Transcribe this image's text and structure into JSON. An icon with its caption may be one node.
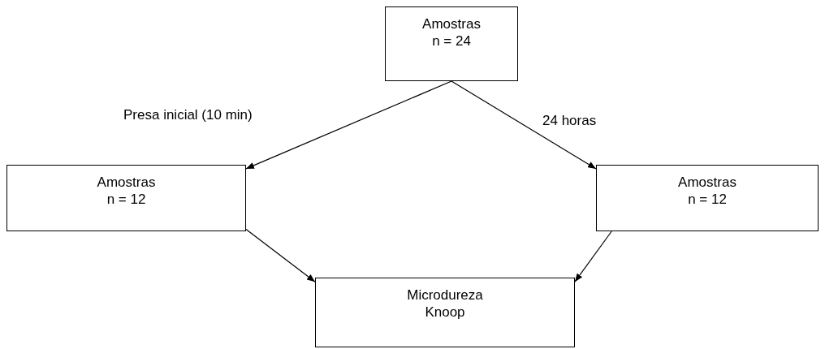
{
  "diagram": {
    "nodes": [
      {
        "text": [
          "Amostras",
          "n = 24"
        ]
      },
      {
        "text": [
          "Amostras",
          "n = 12"
        ]
      },
      {
        "text": [
          "Amostras",
          "n = 12"
        ]
      },
      {
        "text": [
          "Microdureza",
          "Knoop"
        ]
      }
    ],
    "edges": [
      {
        "from": 0,
        "to": 1,
        "arrow": "to",
        "label": "Presa inicial (10 min)"
      },
      {
        "from": 0,
        "to": 2,
        "arrow": "to",
        "label": "24 horas"
      },
      {
        "from": 1,
        "to": 3,
        "arrow": "to"
      },
      {
        "from": 2,
        "to": 3,
        "arrow": "to"
      }
    ]
  }
}
